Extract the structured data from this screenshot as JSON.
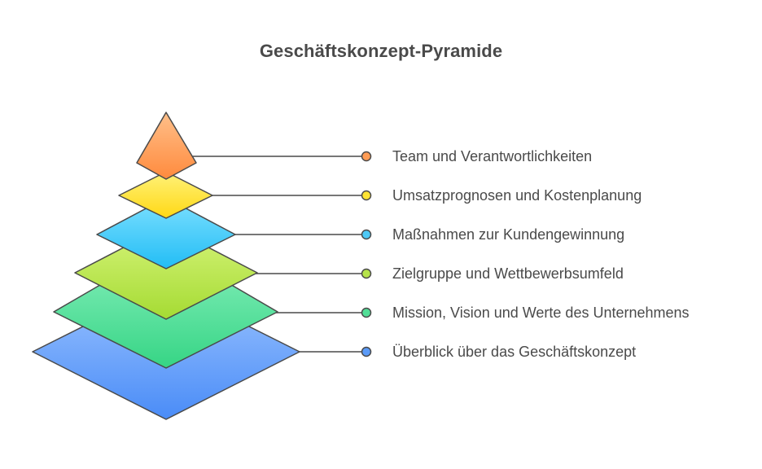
{
  "title": "Geschäftskonzept-Pyramide",
  "levels": [
    {
      "label": "Team und Verantwortlichkeiten",
      "color": "#FF9C55"
    },
    {
      "label": "Umsatzprognosen und Kostenplanung",
      "color": "#FFE433"
    },
    {
      "label": "Maßnahmen zur Kundengewinnung",
      "color": "#4DC9F6"
    },
    {
      "label": "Zielgruppe und Wettbewerbsumfeld",
      "color": "#B6E34A"
    },
    {
      "label": "Mission, Vision und Werte des Unternehmens",
      "color": "#52DE97"
    },
    {
      "label": "Überblick über das Geschäftskonzept",
      "color": "#5B9BF8"
    }
  ]
}
